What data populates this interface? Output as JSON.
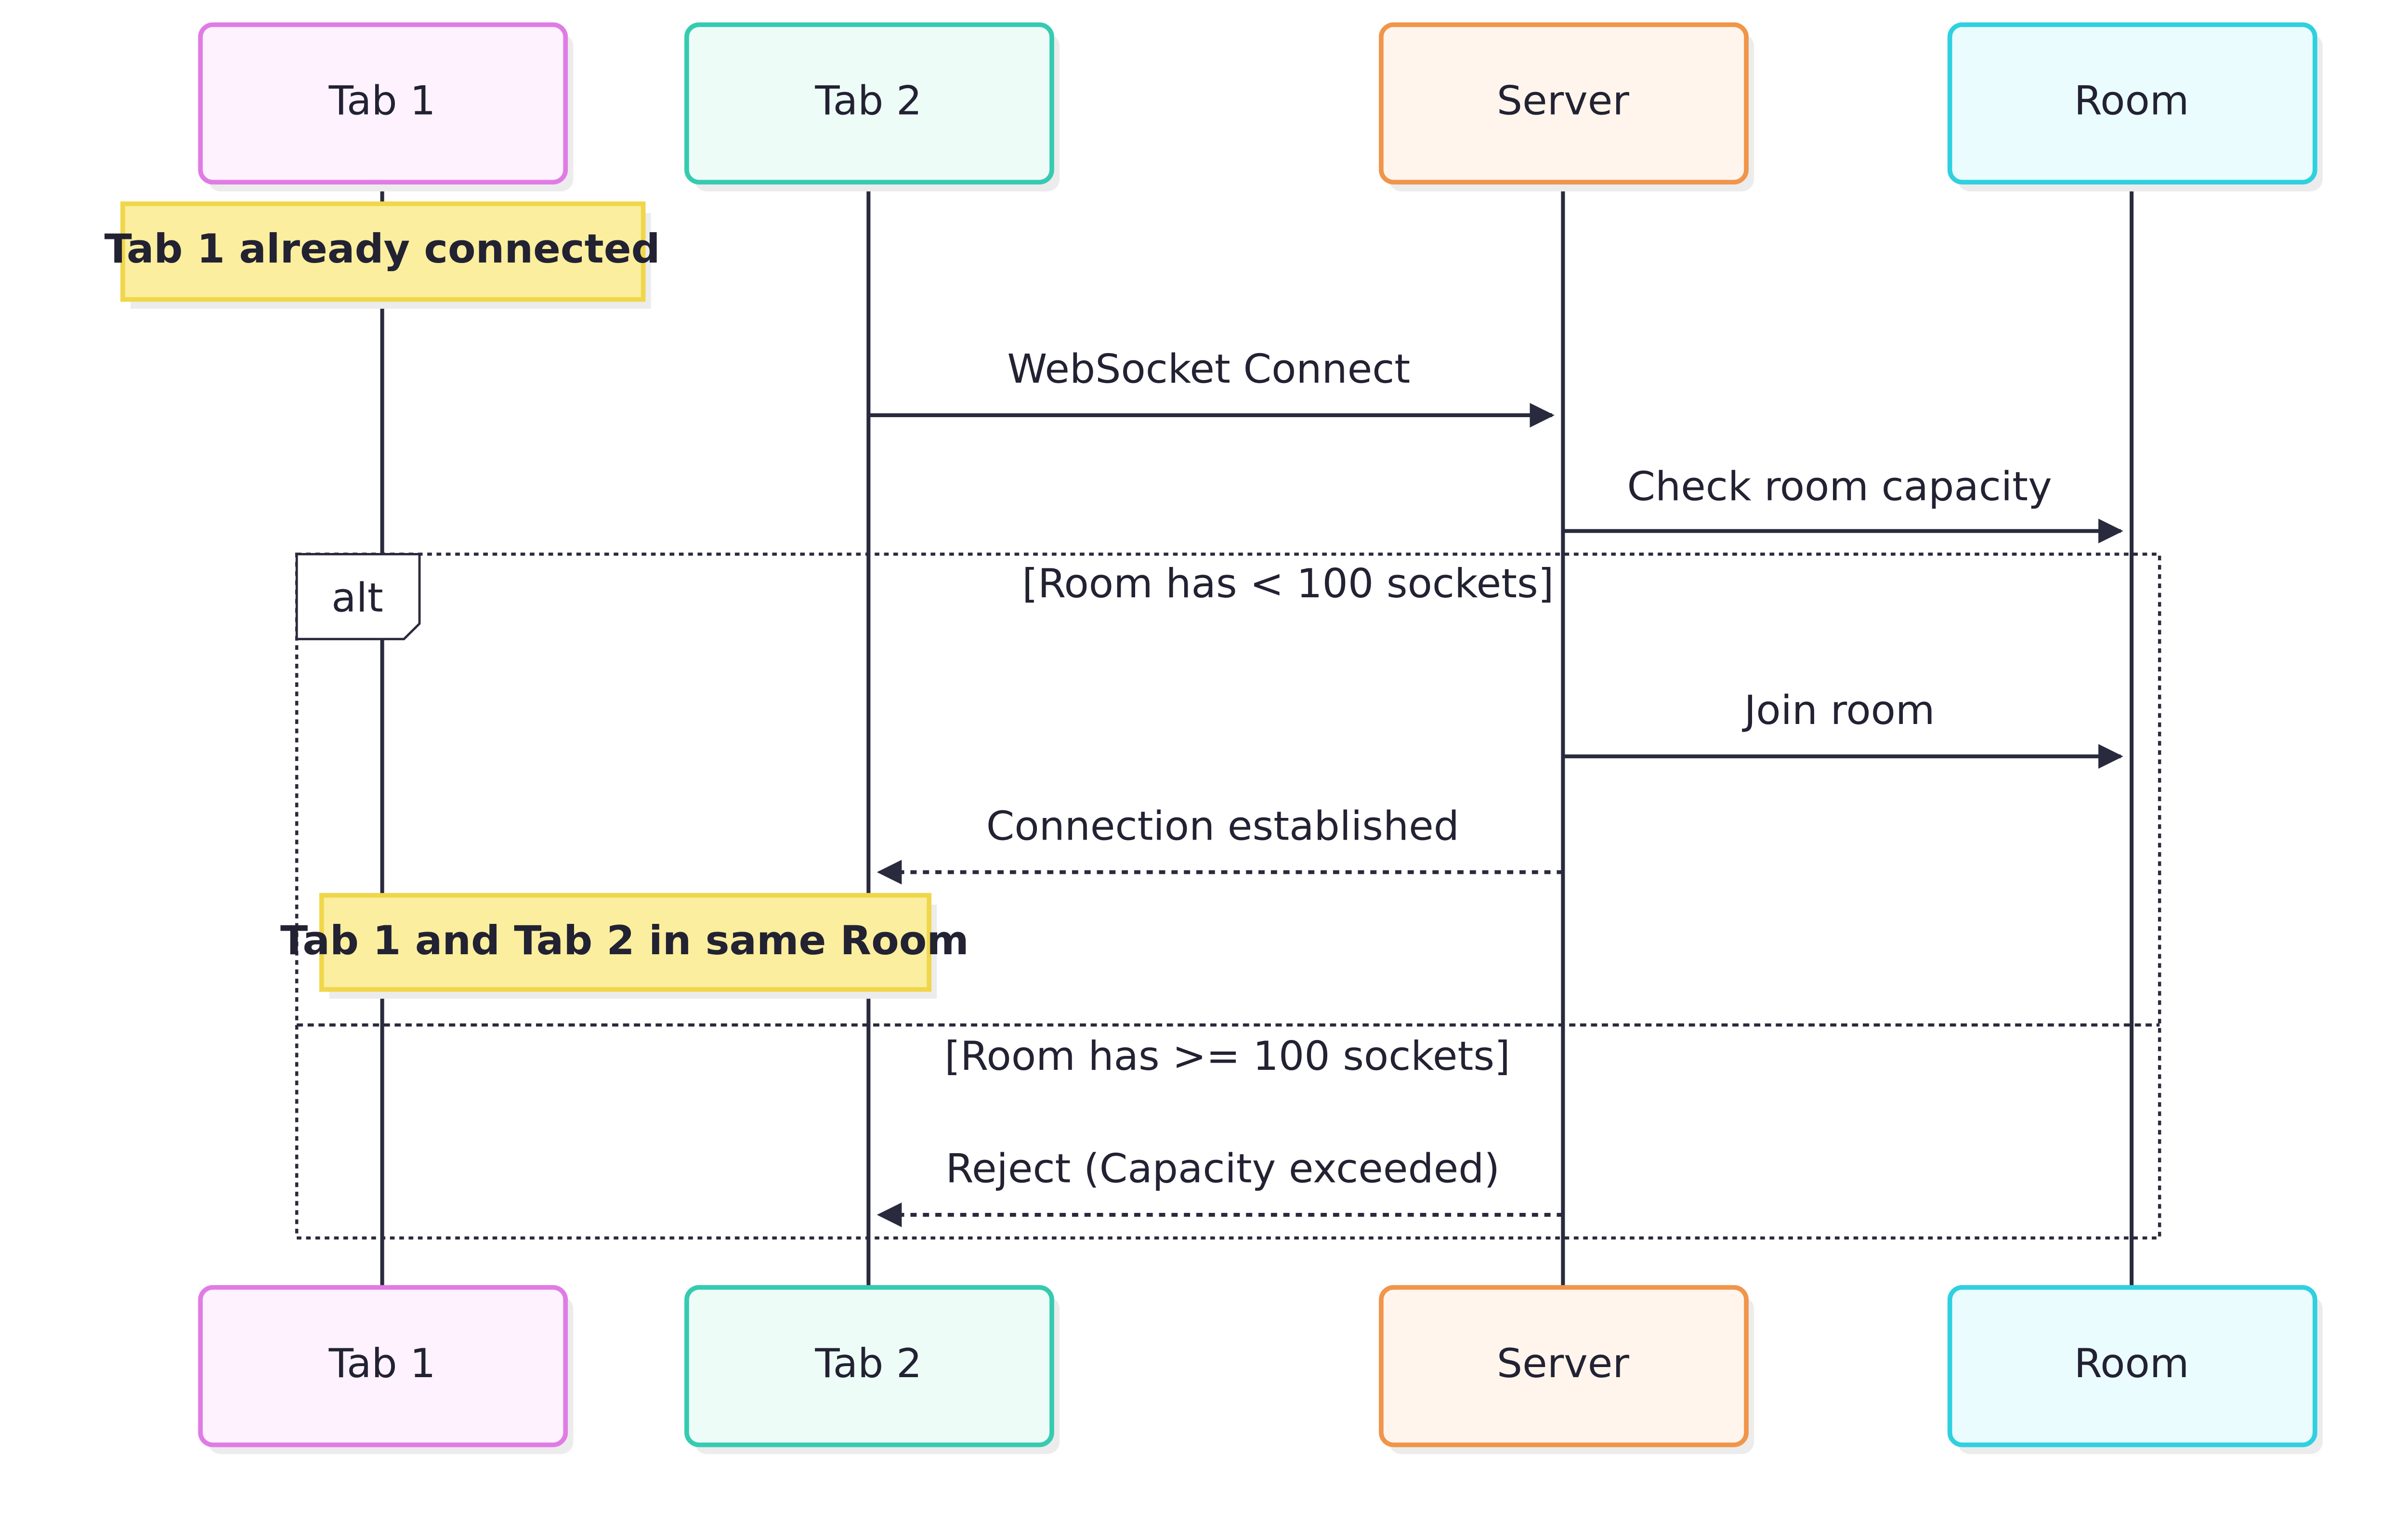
{
  "actors": [
    {
      "id": "tab1",
      "label": "Tab 1",
      "border": "#e07be6",
      "fill": "#fdf2fd"
    },
    {
      "id": "tab2",
      "label": "Tab 2",
      "border": "#35cbb0",
      "fill": "#eefcf8"
    },
    {
      "id": "server",
      "label": "Server",
      "border": "#f0954a",
      "fill": "#fff5ec"
    },
    {
      "id": "room",
      "label": "Room",
      "border": "#2fd0e0",
      "fill": "#eafcfd"
    }
  ],
  "notes": [
    {
      "id": "note-tab1-connected",
      "text": "Tab 1 already connected",
      "fill": "#fbee9e",
      "border": "#f0d64a"
    },
    {
      "id": "note-same-room",
      "text": "Tab 1 and Tab 2 in same Room",
      "fill": "#fbee9e",
      "border": "#f0d64a"
    }
  ],
  "messages": [
    {
      "id": "msg-websocket-connect",
      "from": "tab2",
      "to": "server",
      "text": "WebSocket Connect",
      "style": "solid"
    },
    {
      "id": "msg-check-capacity",
      "from": "server",
      "to": "room",
      "text": "Check room capacity",
      "style": "solid"
    },
    {
      "id": "msg-join-room",
      "from": "server",
      "to": "room",
      "text": "Join room",
      "style": "solid"
    },
    {
      "id": "msg-connection-established",
      "from": "server",
      "to": "tab2",
      "text": "Connection established",
      "style": "dashed"
    },
    {
      "id": "msg-reject",
      "from": "server",
      "to": "tab2",
      "text": "Reject (Capacity exceeded)",
      "style": "dashed"
    }
  ],
  "alt": {
    "label": "alt",
    "conditions": [
      "[Room has < 100 sockets]",
      "[Room has >= 100 sockets]"
    ]
  },
  "colors": {
    "line": "#2a2a3e",
    "text": "#222233",
    "shadow": "#ececec"
  }
}
